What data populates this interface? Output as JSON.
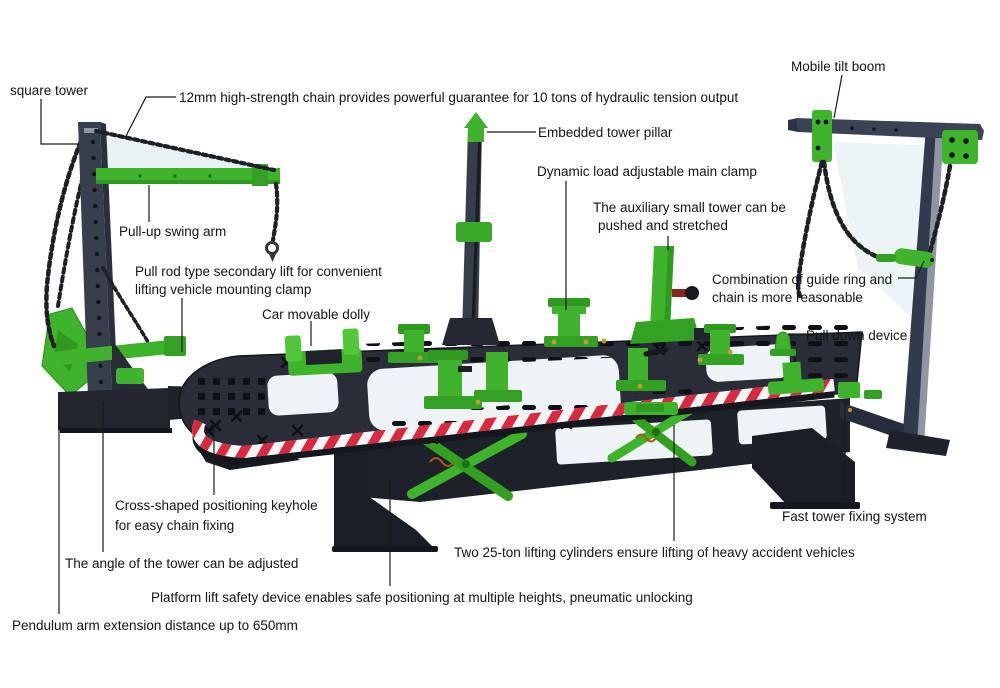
{
  "page": {
    "background": "#ffffff",
    "diagram_title": ""
  },
  "colors": {
    "machine_dark": "#282d37",
    "machine_darker": "#1a1e26",
    "accent_green": "#3eb32b",
    "accent_green_dark": "#2f9a1f",
    "stripe_red": "#d8293f",
    "stripe_white": "#f5f5f5",
    "metal_gray": "#8f96a1",
    "bolt_gold": "#c09a36",
    "label_text": "#141414",
    "panel_tint": "#eaf3f3"
  },
  "labels": [
    {
      "id": "square-tower",
      "text": "square tower"
    },
    {
      "id": "chain-12mm",
      "text": "12mm high-strength chain provides powerful guarantee for 10 tons of hydraulic tension output"
    },
    {
      "id": "mobile-tilt-boom",
      "text": "Mobile tilt boom"
    },
    {
      "id": "embedded-tower-pillar",
      "text": "Embedded tower pillar"
    },
    {
      "id": "dynamic-load-main-clamp",
      "text": "Dynamic load adjustable main clamp"
    },
    {
      "id": "auxiliary-small-tower",
      "lines": [
        "The auxiliary small tower can be",
        "pushed and stretched"
      ]
    },
    {
      "id": "pull-up-swing-arm",
      "text": "Pull-up swing arm"
    },
    {
      "id": "pull-rod-secondary-lift",
      "lines": [
        "Pull rod type secondary lift for convenient",
        "lifting  vehicle mounting clamp"
      ]
    },
    {
      "id": "car-movable-dolly",
      "text": "Car movable dolly"
    },
    {
      "id": "guide-ring-chain",
      "lines": [
        "Combination of guide ring and",
        "chain is more reasonable"
      ]
    },
    {
      "id": "pull-down-device",
      "text": "Pull down device"
    },
    {
      "id": "cross-keyhole",
      "lines": [
        "Cross-shaped positioning keyhole",
        "for easy chain fixing"
      ]
    },
    {
      "id": "fast-tower-fixing",
      "text": "Fast tower fixing system"
    },
    {
      "id": "tower-angle",
      "text": "The angle of the tower can be adjusted"
    },
    {
      "id": "lifting-cylinders",
      "text": "Two 25-ton lifting cylinders ensure lifting of heavy accident vehicles"
    },
    {
      "id": "platform-lift-safety",
      "text": "Platform lift safety device enables safe positioning at multiple heights, pneumatic unlocking"
    },
    {
      "id": "pendulum-arm",
      "text": "Pendulum arm extension distance up to 650mm"
    }
  ]
}
